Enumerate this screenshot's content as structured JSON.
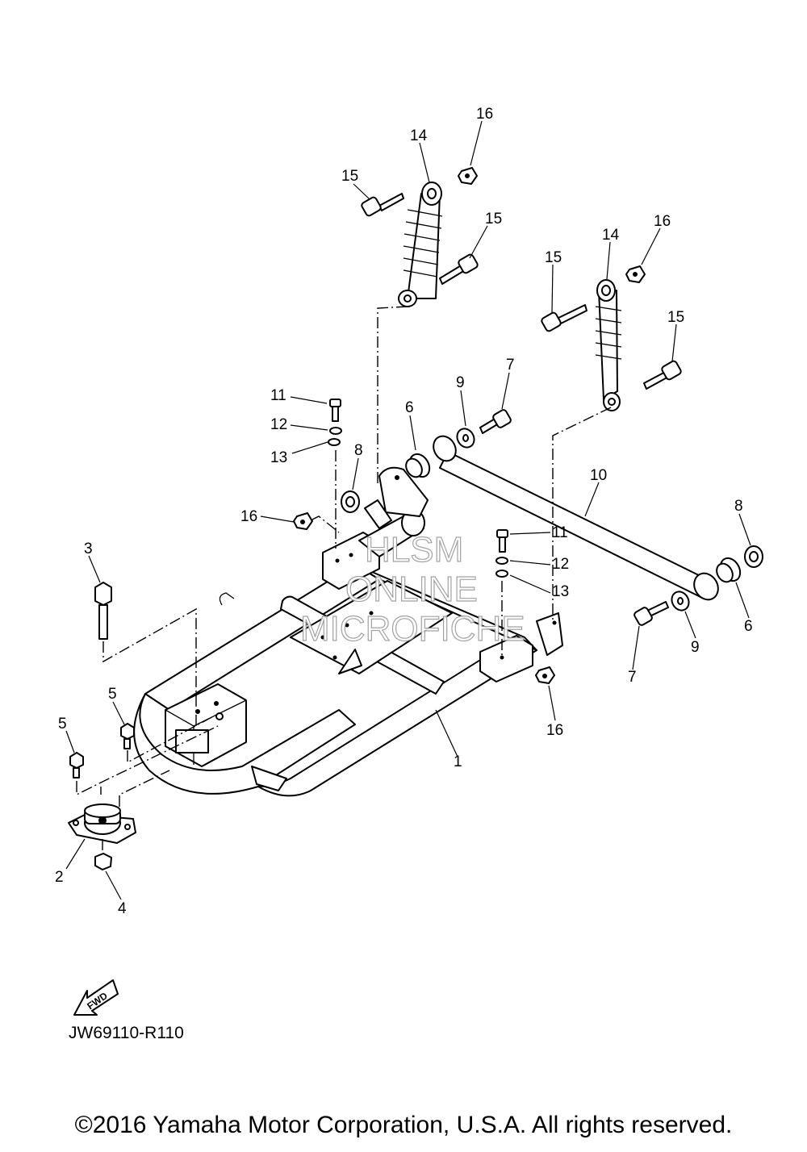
{
  "diagram": {
    "drawing_code": "JW69110-R110",
    "copyright": "©2016 Yamaha Motor Corporation, U.S.A. All rights reserved.",
    "direction_label": "FWD",
    "watermark": [
      "HLSM",
      "ONLINE",
      "MICROFICHE"
    ],
    "callouts": [
      "16",
      "14",
      "15",
      "15",
      "16",
      "14",
      "15",
      "15",
      "9",
      "7",
      "11",
      "6",
      "12",
      "13",
      "8",
      "10",
      "16",
      "11",
      "12",
      "8",
      "13",
      "3",
      "6",
      "9",
      "7",
      "5",
      "16",
      "5",
      "1",
      "2",
      "4"
    ]
  }
}
